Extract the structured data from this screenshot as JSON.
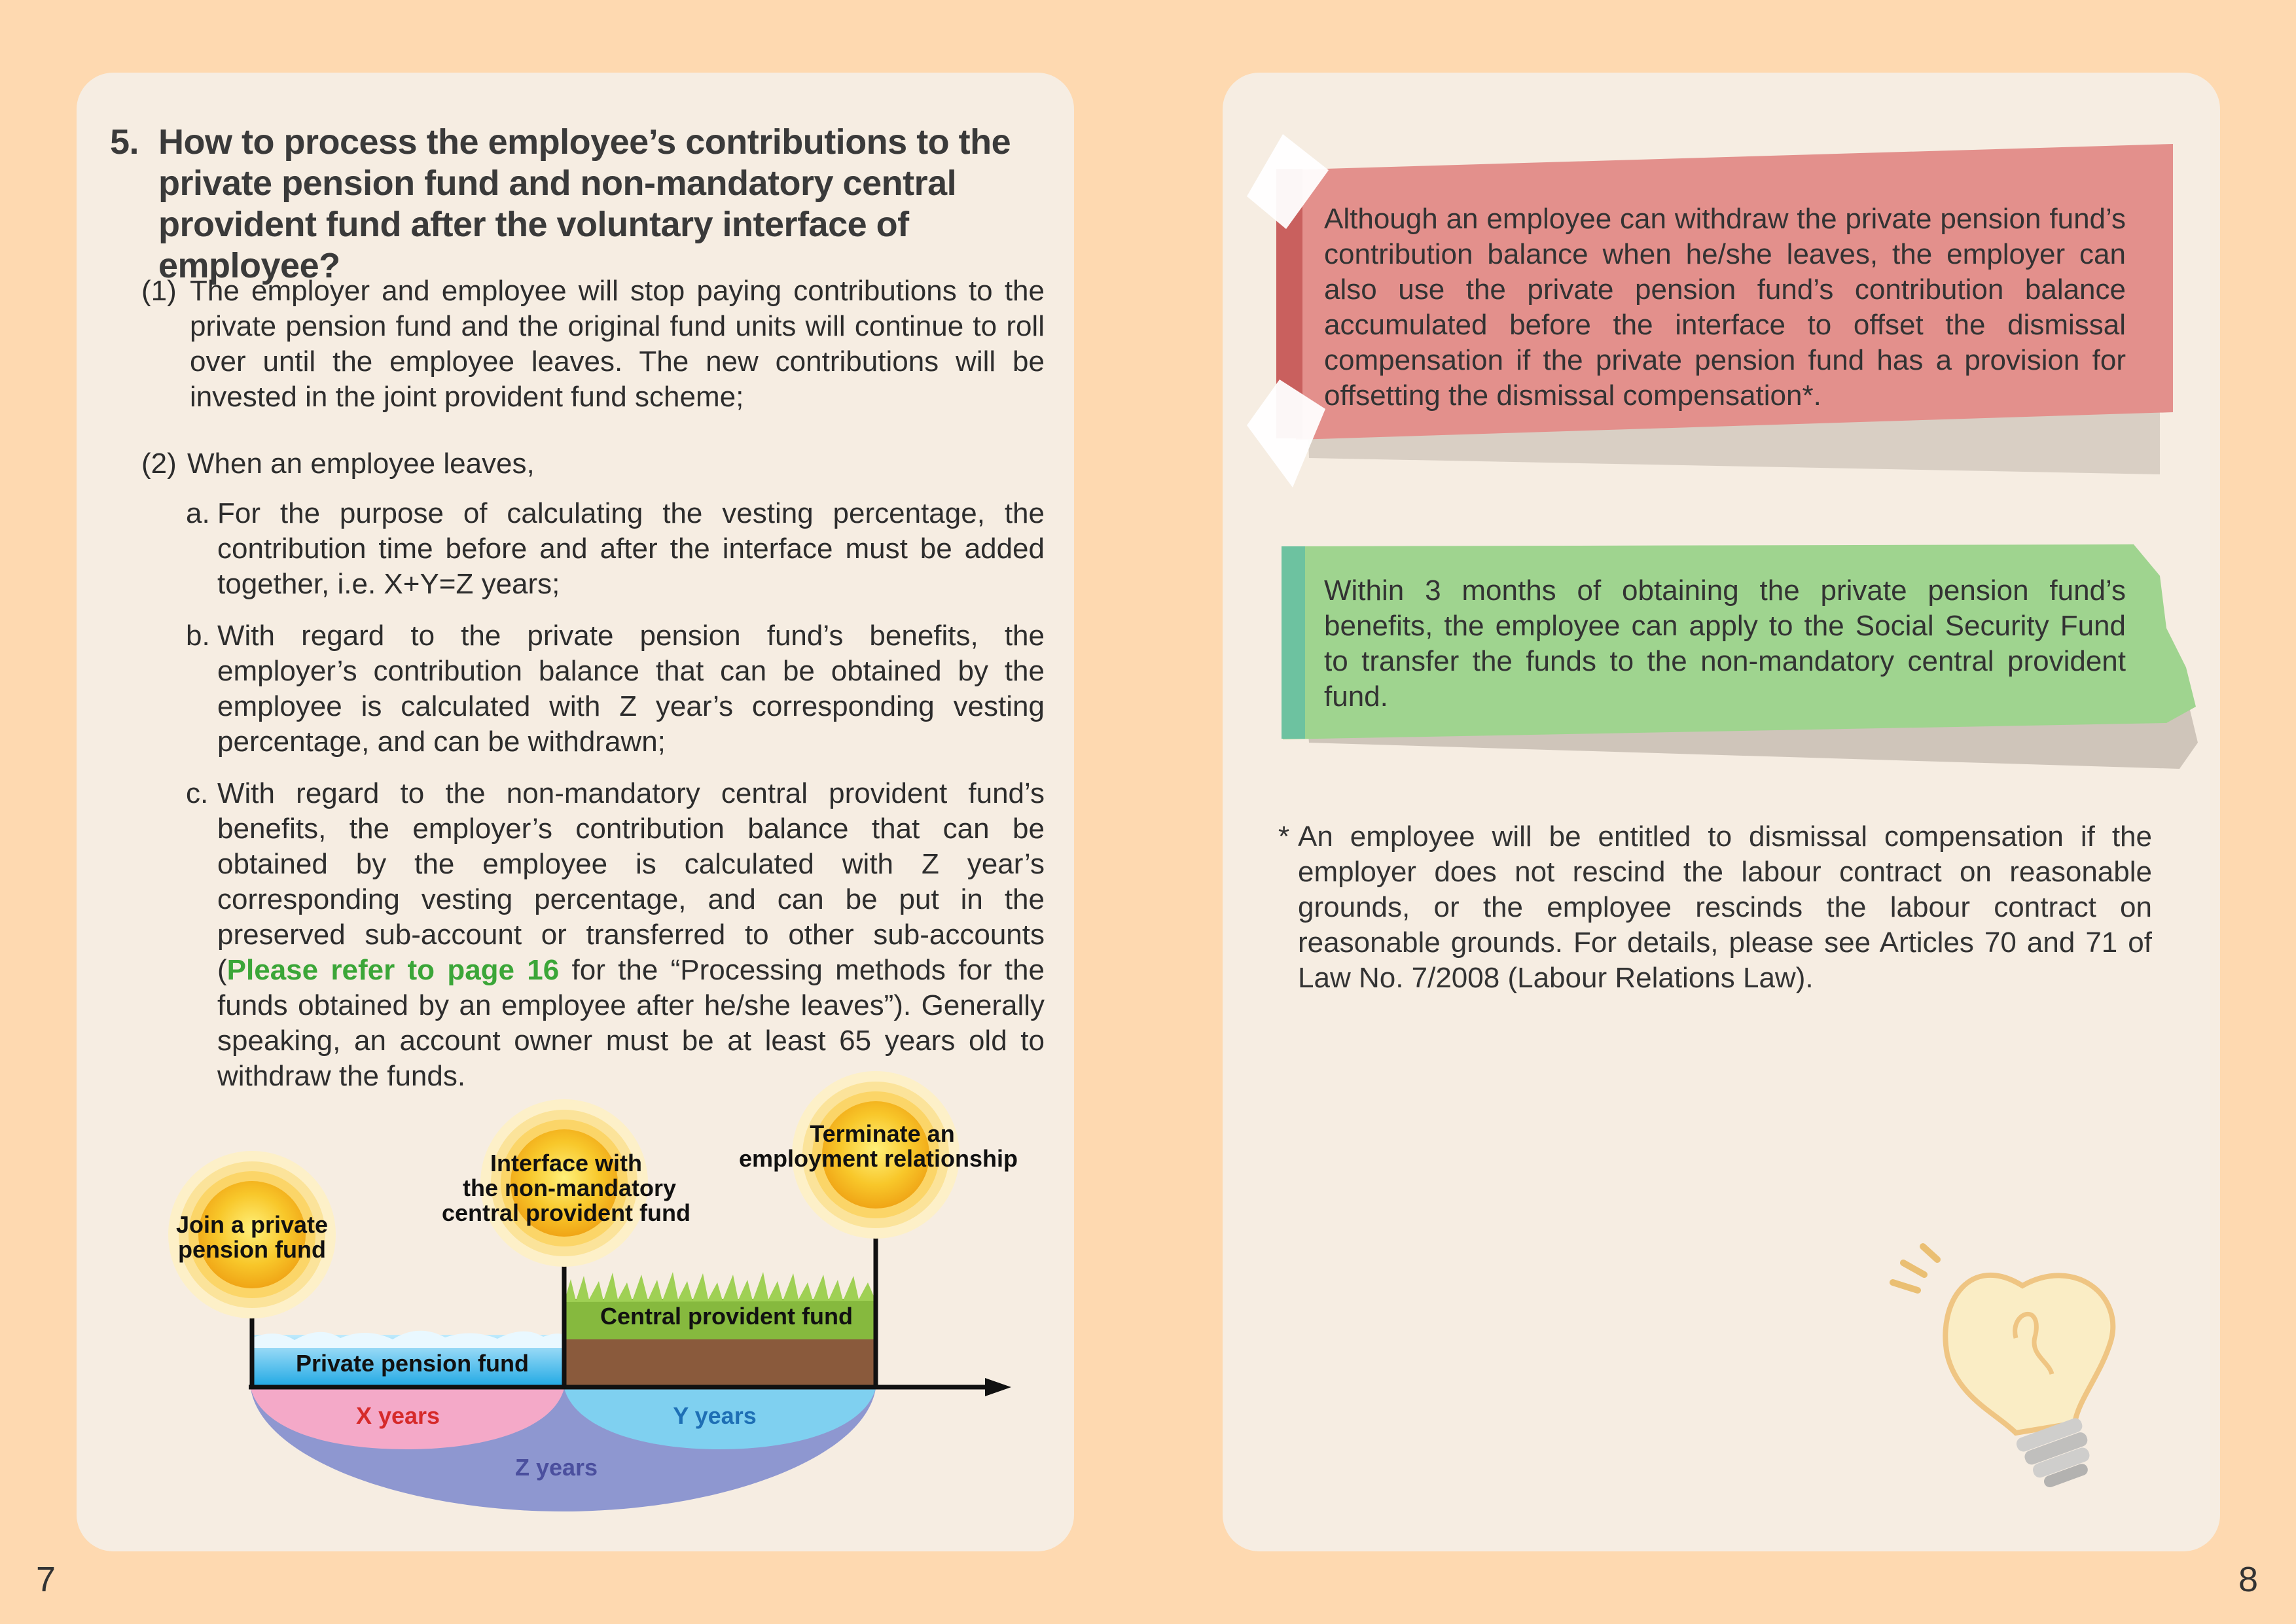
{
  "left_page": {
    "heading_number": "5.",
    "heading_text": "How to process the employee’s contributions to the private pension fund and non-mandatory central provident fund after the voluntary interface of employee?",
    "item1_marker": "(1)",
    "item1_text": "The employer and employee will stop paying contributions to the private pension fund and the original fund units will continue to roll over until the employee leaves.  The new contributions will be invested in the joint provident fund scheme;",
    "item2_marker": "(2)",
    "item2_text": "When an employee leaves,",
    "sub_a_marker": "a.",
    "sub_a_text": "For the purpose of calculating the vesting percentage, the contribution time before and after the interface must be added together, i.e. X+Y=Z years;",
    "sub_b_marker": "b.",
    "sub_b_text": "With regard to the private pension fund’s benefits, the employer’s contribution balance that can be obtained by the employee is calculated with Z year’s corresponding vesting percentage, and can be withdrawn;",
    "sub_c_marker": "c.",
    "sub_c_text_1": "With regard to the non-mandatory central provident fund’s benefits, the employer’s contribution balance that can be obtained by the employee is calculated with Z year’s corresponding vesting percentage, and can be put in the preserved sub-account or transferred to other sub-accounts (",
    "sub_c_link": "Please refer to page 16",
    "sub_c_text_2": " for the “Processing methods for the funds obtained by an employee after he/she leaves”).  Generally speaking, an account owner must be at least 65 years old to withdraw the funds.",
    "page_number": "7"
  },
  "diagram": {
    "milestone_join_line1": "Join a private",
    "milestone_join_line2": "pension fund",
    "milestone_interface_line1": "Interface with",
    "milestone_interface_line2": "the non-mandatory",
    "milestone_interface_line3": "central provident fund",
    "milestone_terminate_line1": "Terminate an",
    "milestone_terminate_line2": "employment relationship",
    "bar_private": "Private pension fund",
    "bar_central": "Central provident fund",
    "span_x": "X years",
    "span_y": "Y years",
    "span_z": "Z years",
    "colors": {
      "sun_outer": "#fbd568",
      "sun_inner": "#f5b91c",
      "private_bar": "#35b5e8",
      "central_grass": "#7cb342",
      "central_soil": "#8a5a3c",
      "x_span": "#f4a9c8",
      "y_span": "#7fd0f0",
      "z_span": "#8e97d0",
      "x_text": "#d62a2a",
      "y_text": "#1e6fb5",
      "z_text": "#4b4f9e"
    }
  },
  "right_page": {
    "note_red": "Although an employee can withdraw the private pension fund’s contribution balance when he/she leaves, the employer can also use the private pension fund’s contribution balance accumulated before the interface to offset the dismissal compensation if the private pension fund has a provision for offsetting the dismissal compensation*.",
    "note_green": "Within 3 months of obtaining the private pension fund’s benefits, the employee can apply to the Social Security Fund to transfer the funds to the non-mandatory central provident fund.",
    "footnote_marker": "*",
    "footnote_text": "An employee will be entitled to dismissal compensation if the employer does not rescind the labour contract on reasonable grounds, or the employee rescinds the labour contract on reasonable grounds.  For details, please see Articles 70 and 71 of Law No. 7/2008 (Labour Relations Law).",
    "page_number": "8",
    "colors": {
      "note_red_bg": "#e3908c",
      "note_red_edge": "#c9605e",
      "note_green_bg": "#9fd48f",
      "note_green_edge": "#6dc2a0"
    },
    "lightbulb_icon": "lightbulb-icon"
  }
}
